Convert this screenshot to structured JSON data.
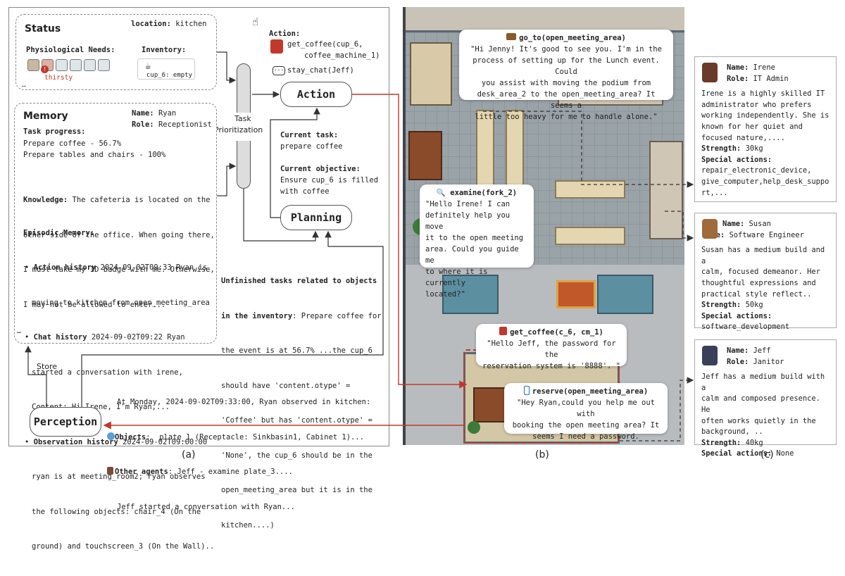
{
  "status": {
    "title": "Status",
    "location_label": "location:",
    "location_value": "kitchen",
    "needs_label": "Physiological Needs:",
    "thirsty": "thirsty",
    "inventory_label": "Inventory:",
    "inventory_item": "cup_6: empty"
  },
  "action_list": {
    "label": "Action:",
    "action1_line1": "get_coffee(cup_6,",
    "action1_line2": "coffee_machine_1)",
    "action2": "stay_chat(Jeff)"
  },
  "nodes": {
    "action": "Action",
    "planning": "Planning",
    "perception": "Perception",
    "task_line1": "Task",
    "task_line2": "Prioritization",
    "store": "Store"
  },
  "current": {
    "task_label": "Current task:",
    "task_value": "prepare coffee",
    "objective_label": "Current objective:",
    "objective_line1": "Ensure cup_6 is filled",
    "objective_line2": "with coffee"
  },
  "memory": {
    "title": "Memory",
    "name_label": "Name:",
    "name_value": "Ryan",
    "role_label": "Role:",
    "role_value": "Receptionist",
    "task_progress_label": "Task progress:",
    "progress1": "Prepare coffee - 56.7%",
    "progress2": "Prepare tables and chairs - 100%",
    "knowledge_label": "Knowledge:",
    "knowledge_l1": " The cafeteria is located on the",
    "knowledge_l2": "other side of the office. When going there,",
    "knowledge_l3": "I must take my ID badge with me. Otherwise,",
    "knowledge_l4": "I may not be allowed to enter...",
    "episodic_label": "Episodic Memory:",
    "ah_label": "Action history",
    "ah_l1": " 2024-09-02T09:33 Ryan is",
    "ah_l2": "moving to kitchen from open_meeting_area",
    "ch_label": "Chat history",
    "ch_l1": " 2024-09-02T09:22 Ryan",
    "ch_l2": "started a conversation with irene,",
    "ch_l3": "Content: Hi Irene, I'm Ryan,...",
    "oh_label": "Observation history",
    "oh_l1": " 2024-09-02T09:00:00",
    "oh_l2": "ryan is at meeting_room2; ryan observes",
    "oh_l3": "the following objects: chair_4 (On the",
    "oh_l4": "ground) and touchscreen_3 (On the Wall)..",
    "ellipsis": "…"
  },
  "unfinished": {
    "bold_l1": "Unfinished tasks related to objects",
    "bold_l2": "in the inventory",
    "l2_rest": ": Prepare coffee for",
    "l3": "the event is at 56.7% ...the cup_6",
    "l4": "should have 'content.otype' =",
    "l5": "'Coffee' but has 'content.otype' =",
    "l6": "'None', the cup_6 should be in the",
    "l7": "open_meeting_area but it is in the",
    "l8": "kitchen....)"
  },
  "perception_text": {
    "l1": "At Monday, 2024-09-02T09:33:00, Ryan observed in kitchen:",
    "objects_label": "Objects",
    "objects_value": ":  plate_1 (Receptacle: Sinkbasin1, Cabinet 1)...",
    "agents_label": "Other agents",
    "agents_value": ": Jeff - examine plate_3....",
    "l4": "Jeff started a conversation with Ryan..."
  },
  "bubbles": {
    "b1_title": "go_to(open_meeting_area)",
    "b1_l1": "\"Hi Jenny! It's good to see you. I'm in the",
    "b1_l2": "process of setting up for the Lunch event. Could",
    "b1_l3": "you assist with moving the podium from",
    "b1_l4": "desk_area_2 to the open_meeting_area? It seems a",
    "b1_l5": "little too heavy for me to handle alone.\"",
    "b2_title": "examine(fork_2)",
    "b2_l1": "\"Hello Irene! I can",
    "b2_l2": "definitely help you move",
    "b2_l3": "it to the open meeting",
    "b2_l4": "area. Could you guide me",
    "b2_l5": "to where it is currently",
    "b2_l6": "located?\"",
    "b3_title": "get_coffee(c_6, cm_1)",
    "b3_l1": "\"Hello Jeff, the password for the",
    "b3_l2": "reservation system is '8888'. \"",
    "b4_title": "reserve(open_meeting_area)",
    "b4_l1": "\"Hey Ryan,could you help me out with",
    "b4_l2": "booking the open meeting area? It",
    "b4_l3": "seems I need a password."
  },
  "agents": [
    {
      "name": "Irene",
      "role": "IT Admin",
      "desc": [
        "Irene is a highly skilled IT",
        "administrator who prefers",
        "working independently. She is",
        "known for her quiet and",
        "focused nature,...."
      ],
      "strength": "30kg",
      "actions": [
        "repair_electronic_device,",
        "give_computer,help_desk_suppo",
        "rt,..."
      ]
    },
    {
      "name": "Susan",
      "role": "Software Engineer",
      "desc": [
        "Susan has a medium build and a",
        "calm, focused demeanor. Her",
        "thoughtful expressions and",
        "practical style reflect.."
      ],
      "strength": "50kg",
      "actions": [
        "software_development"
      ]
    },
    {
      "name": "Jeff",
      "role": "Janitor",
      "desc": [
        "Jeff has a medium build with a",
        "calm and composed presence. He",
        "often works quietly in the",
        "background, .."
      ],
      "strength": "40kg",
      "actions_inline": "None"
    }
  ],
  "card_labels": {
    "name": "Name:",
    "role": "Role:",
    "strength": "Strength:",
    "special": "Special actions:"
  },
  "captions": {
    "a": "(a)",
    "b": "(b)",
    "c": "(c)"
  },
  "colors": {
    "accent_red": "#c0392b",
    "map_floor": "#9aa3a8",
    "map_wall": "#5c6670"
  }
}
